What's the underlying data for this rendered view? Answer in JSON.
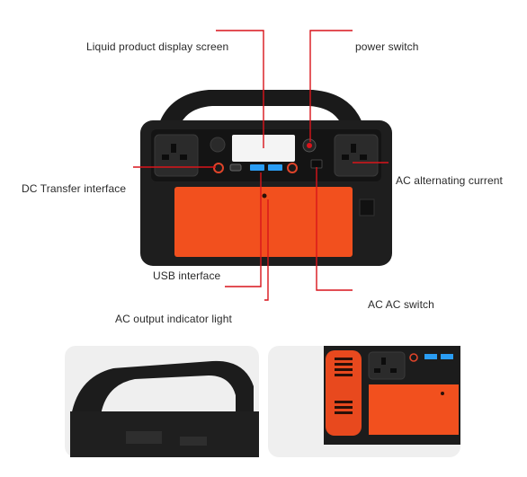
{
  "labels": {
    "display_screen": "Liquid product display screen",
    "power_switch": "power switch",
    "dc_transfer": "DC Transfer interface",
    "ac_current": "AC alternating current",
    "usb": "USB interface",
    "ac_switch": "AC AC switch",
    "ac_indicator": "AC output indicator light"
  },
  "colors": {
    "callout_line": "#d9141b",
    "body": "#1c1c1c",
    "panel_orange": "#f2501e",
    "usb_port": "#2a9df4"
  }
}
